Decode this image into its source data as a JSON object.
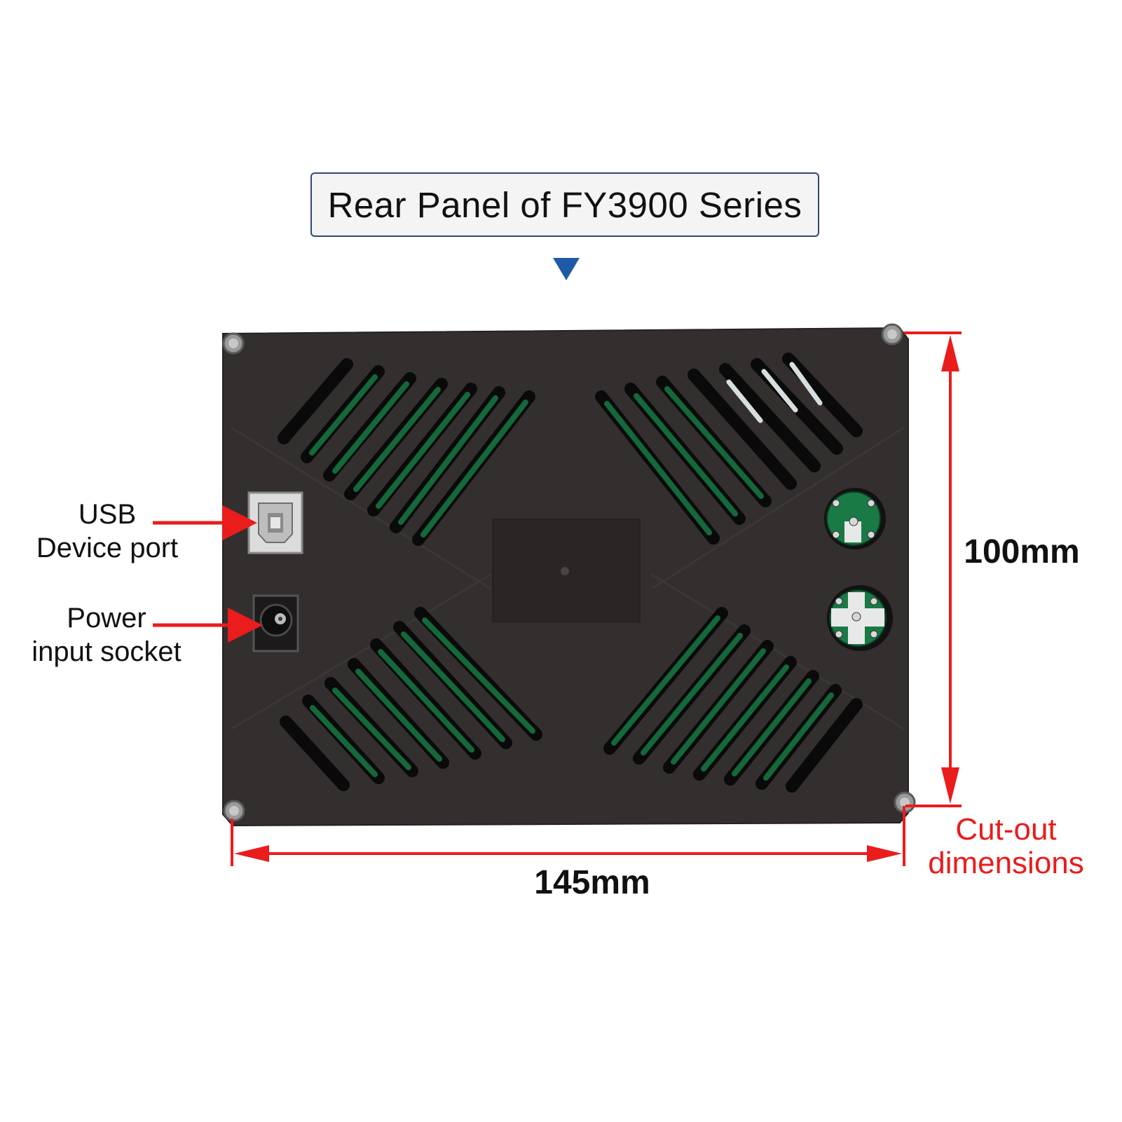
{
  "title": "Rear Panel of FY3900 Series",
  "labels": {
    "usb_line1": "USB",
    "usb_line2": "Device port",
    "power_line1": "Power",
    "power_line2": "input socket",
    "height_dim": "100mm",
    "width_dim": "145mm",
    "cutout_line1": "Cut-out",
    "cutout_line2": "dimensions"
  },
  "colors": {
    "panel": "#332f2e",
    "pcb_green": "#0f5a2e",
    "annotation_red": "#ea1c1c",
    "pointer_blue": "#1e5aa8",
    "title_border": "#2e4a7a"
  },
  "icons": {
    "pointer": "down-triangle-icon",
    "usb_port": "usb-b-port-icon",
    "power_jack": "dc-jack-icon"
  }
}
